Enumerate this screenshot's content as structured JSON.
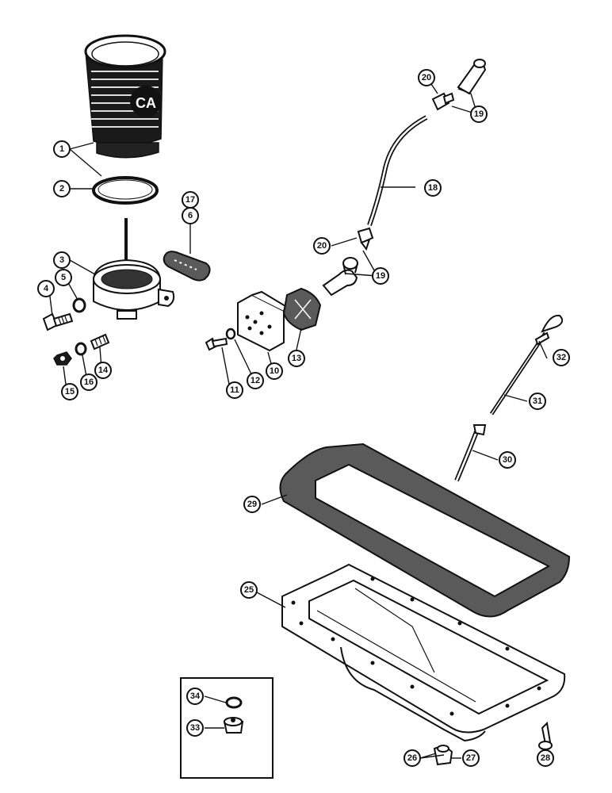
{
  "callouts": {
    "c1": "1",
    "c2": "2",
    "c3": "3",
    "c4": "4",
    "c5": "5",
    "c6": "6",
    "c10": "10",
    "c11": "11",
    "c12": "12",
    "c13": "13",
    "c14": "14",
    "c15": "15",
    "c16": "16",
    "c17": "17",
    "c18": "18",
    "c19a": "19",
    "c19b": "19",
    "c20a": "20",
    "c20b": "20",
    "c25": "25",
    "c26": "26",
    "c27": "27",
    "c28": "28",
    "c29": "29",
    "c30": "30",
    "c31": "31",
    "c32": "32",
    "c33": "33",
    "c34": "34"
  },
  "filter_label": "CA"
}
